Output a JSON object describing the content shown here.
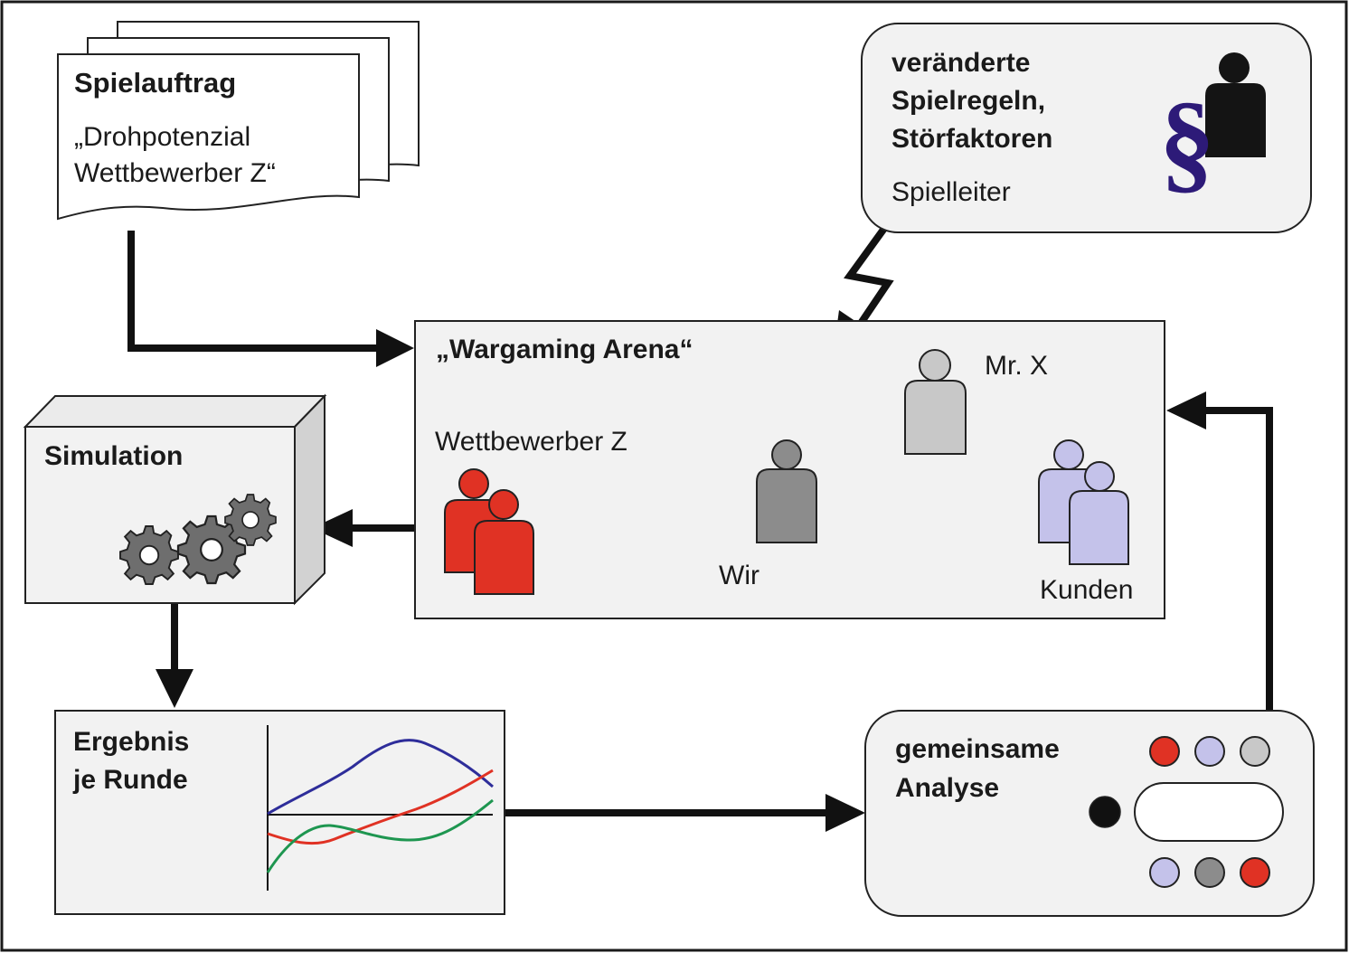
{
  "spielauftrag": {
    "title": "Spielauftrag",
    "line1": "„Drohpotenzial",
    "line2": "Wettbewerber Z“"
  },
  "spielleiter": {
    "title_line1": "veränderte",
    "title_line2": "Spielregeln,",
    "title_line3": "Störfaktoren",
    "label": "Spielleiter",
    "symbol": "§"
  },
  "arena": {
    "title": "„Wargaming Arena“",
    "competitor_label": "Wettbewerber Z",
    "we_label": "Wir",
    "mrx_label": "Mr. X",
    "customers_label": "Kunden"
  },
  "simulation": {
    "title": "Simulation"
  },
  "ergebnis": {
    "title_line1": "Ergebnis",
    "title_line2": "je Runde"
  },
  "analyse": {
    "title_line1": "gemeinsame",
    "title_line2": "Analyse"
  },
  "colors": {
    "competitor": "#e03224",
    "we": "#8c8c8c",
    "mrx": "#c8c8c8",
    "customers": "#c4c2ea",
    "paragraph": "#2d1a78",
    "blue_line": "#2e2d9a",
    "red_line": "#e03224",
    "green_line": "#1e9650",
    "box_fill": "#f2f2f2"
  }
}
